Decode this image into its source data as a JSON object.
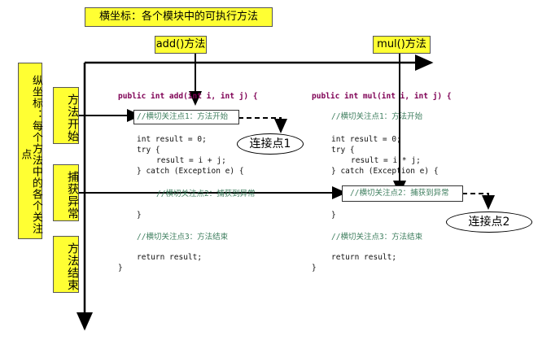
{
  "header": {
    "x_axis_label": "横坐标：各个模块中的可执行方法",
    "y_axis_label": "纵坐标：每个方法中的各个关注点"
  },
  "methods": [
    {
      "label": "add()方法",
      "signature": "public int add(int i, int j) {",
      "comment_start": "//横切关注点1：方法开始",
      "line_result": "int result = 0;",
      "line_try": "try {",
      "line_calc": "result = i + j;",
      "line_catch": "} catch (Exception e) {",
      "comment_exception": "//横切关注点2：捕获到异常",
      "line_close1": "}",
      "comment_end": "//横切关注点3：方法结束",
      "line_return": "return result;",
      "line_close2": "}"
    },
    {
      "label": "mul()方法",
      "signature": "public int mul(int i, int j) {",
      "comment_start": "//横切关注点1：方法开始",
      "line_result": "int result = 0;",
      "line_try": "try {",
      "line_calc": "result = i * j;",
      "line_catch": "} catch (Exception e) {",
      "comment_exception": "//横切关注点2：捕获到异常",
      "line_close1": "}",
      "comment_end": "//横切关注点3：方法结束",
      "line_return": "return result;",
      "line_close2": "}"
    }
  ],
  "concerns": [
    {
      "label": "方法开始"
    },
    {
      "label": "捕获异常"
    },
    {
      "label": "方法结束"
    }
  ],
  "join_points": [
    {
      "label": "连接点1"
    },
    {
      "label": "连接点2"
    }
  ],
  "colors": {
    "label_fill": "#ffff33",
    "keyword": "#7f0055",
    "comment": "#3f7f5f"
  }
}
